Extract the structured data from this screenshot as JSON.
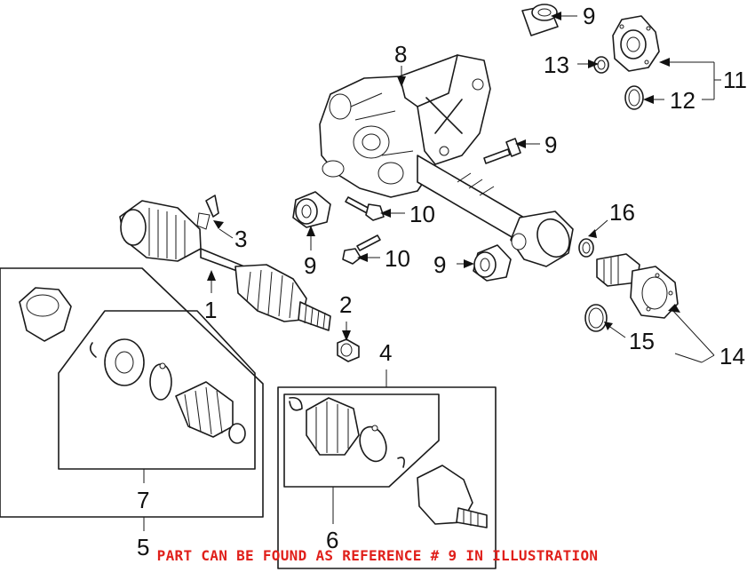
{
  "colors": {
    "line": "#1a1a1a",
    "caption": "#e0201b",
    "background": "#ffffff"
  },
  "callouts": {
    "c1": "1",
    "c2": "2",
    "c3": "3",
    "c4": "4",
    "c5": "5",
    "c6": "6",
    "c7": "7",
    "c8": "8",
    "c9_top": "9",
    "c9_bolt": "9",
    "c9_mount_left": "9",
    "c9_mount_right": "9",
    "c10_upper": "10",
    "c10_lower": "10",
    "c11": "11",
    "c12": "12",
    "c13": "13",
    "c14": "14",
    "c15": "15",
    "c16": "16"
  },
  "caption": "PART CAN BE FOUND AS REFERENCE # 9 IN ILLUSTRATION"
}
